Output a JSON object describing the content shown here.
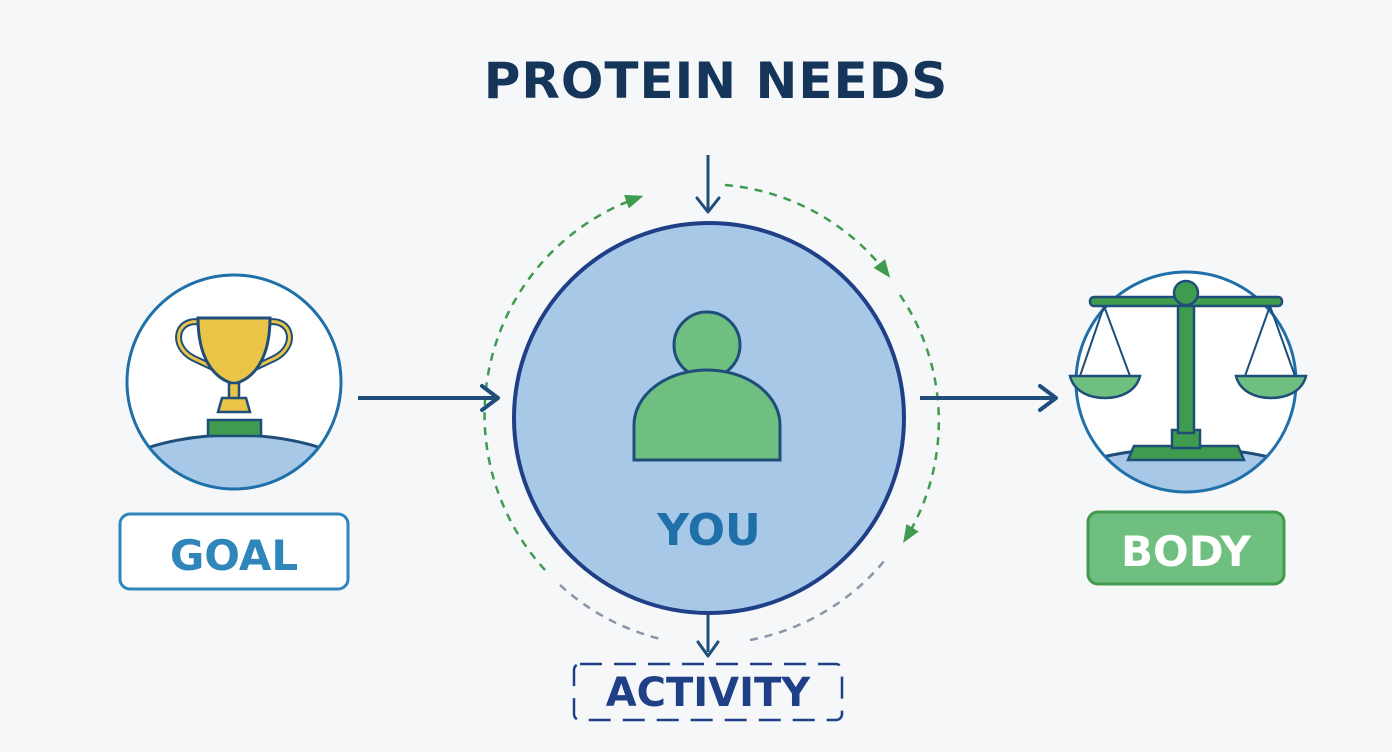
{
  "title": "PROTEIN NEEDS",
  "center": {
    "label": "YOU"
  },
  "nodes": {
    "goal": {
      "label": "GOAL"
    },
    "body": {
      "label": "BODY"
    },
    "activity": {
      "label": "ACTIVITY"
    }
  },
  "colors": {
    "navy": "#15365a",
    "dark_blue": "#1f4e7a",
    "blue": "#2e86ba",
    "light_blue": "#a7c8e6",
    "green": "#3f9b4d",
    "light_green": "#6fbf80",
    "gold": "#e9c446",
    "grey_dash": "#8a96a8"
  },
  "icons": {
    "goal": "trophy-icon",
    "body": "balance-scale-icon",
    "center": "person-icon"
  }
}
